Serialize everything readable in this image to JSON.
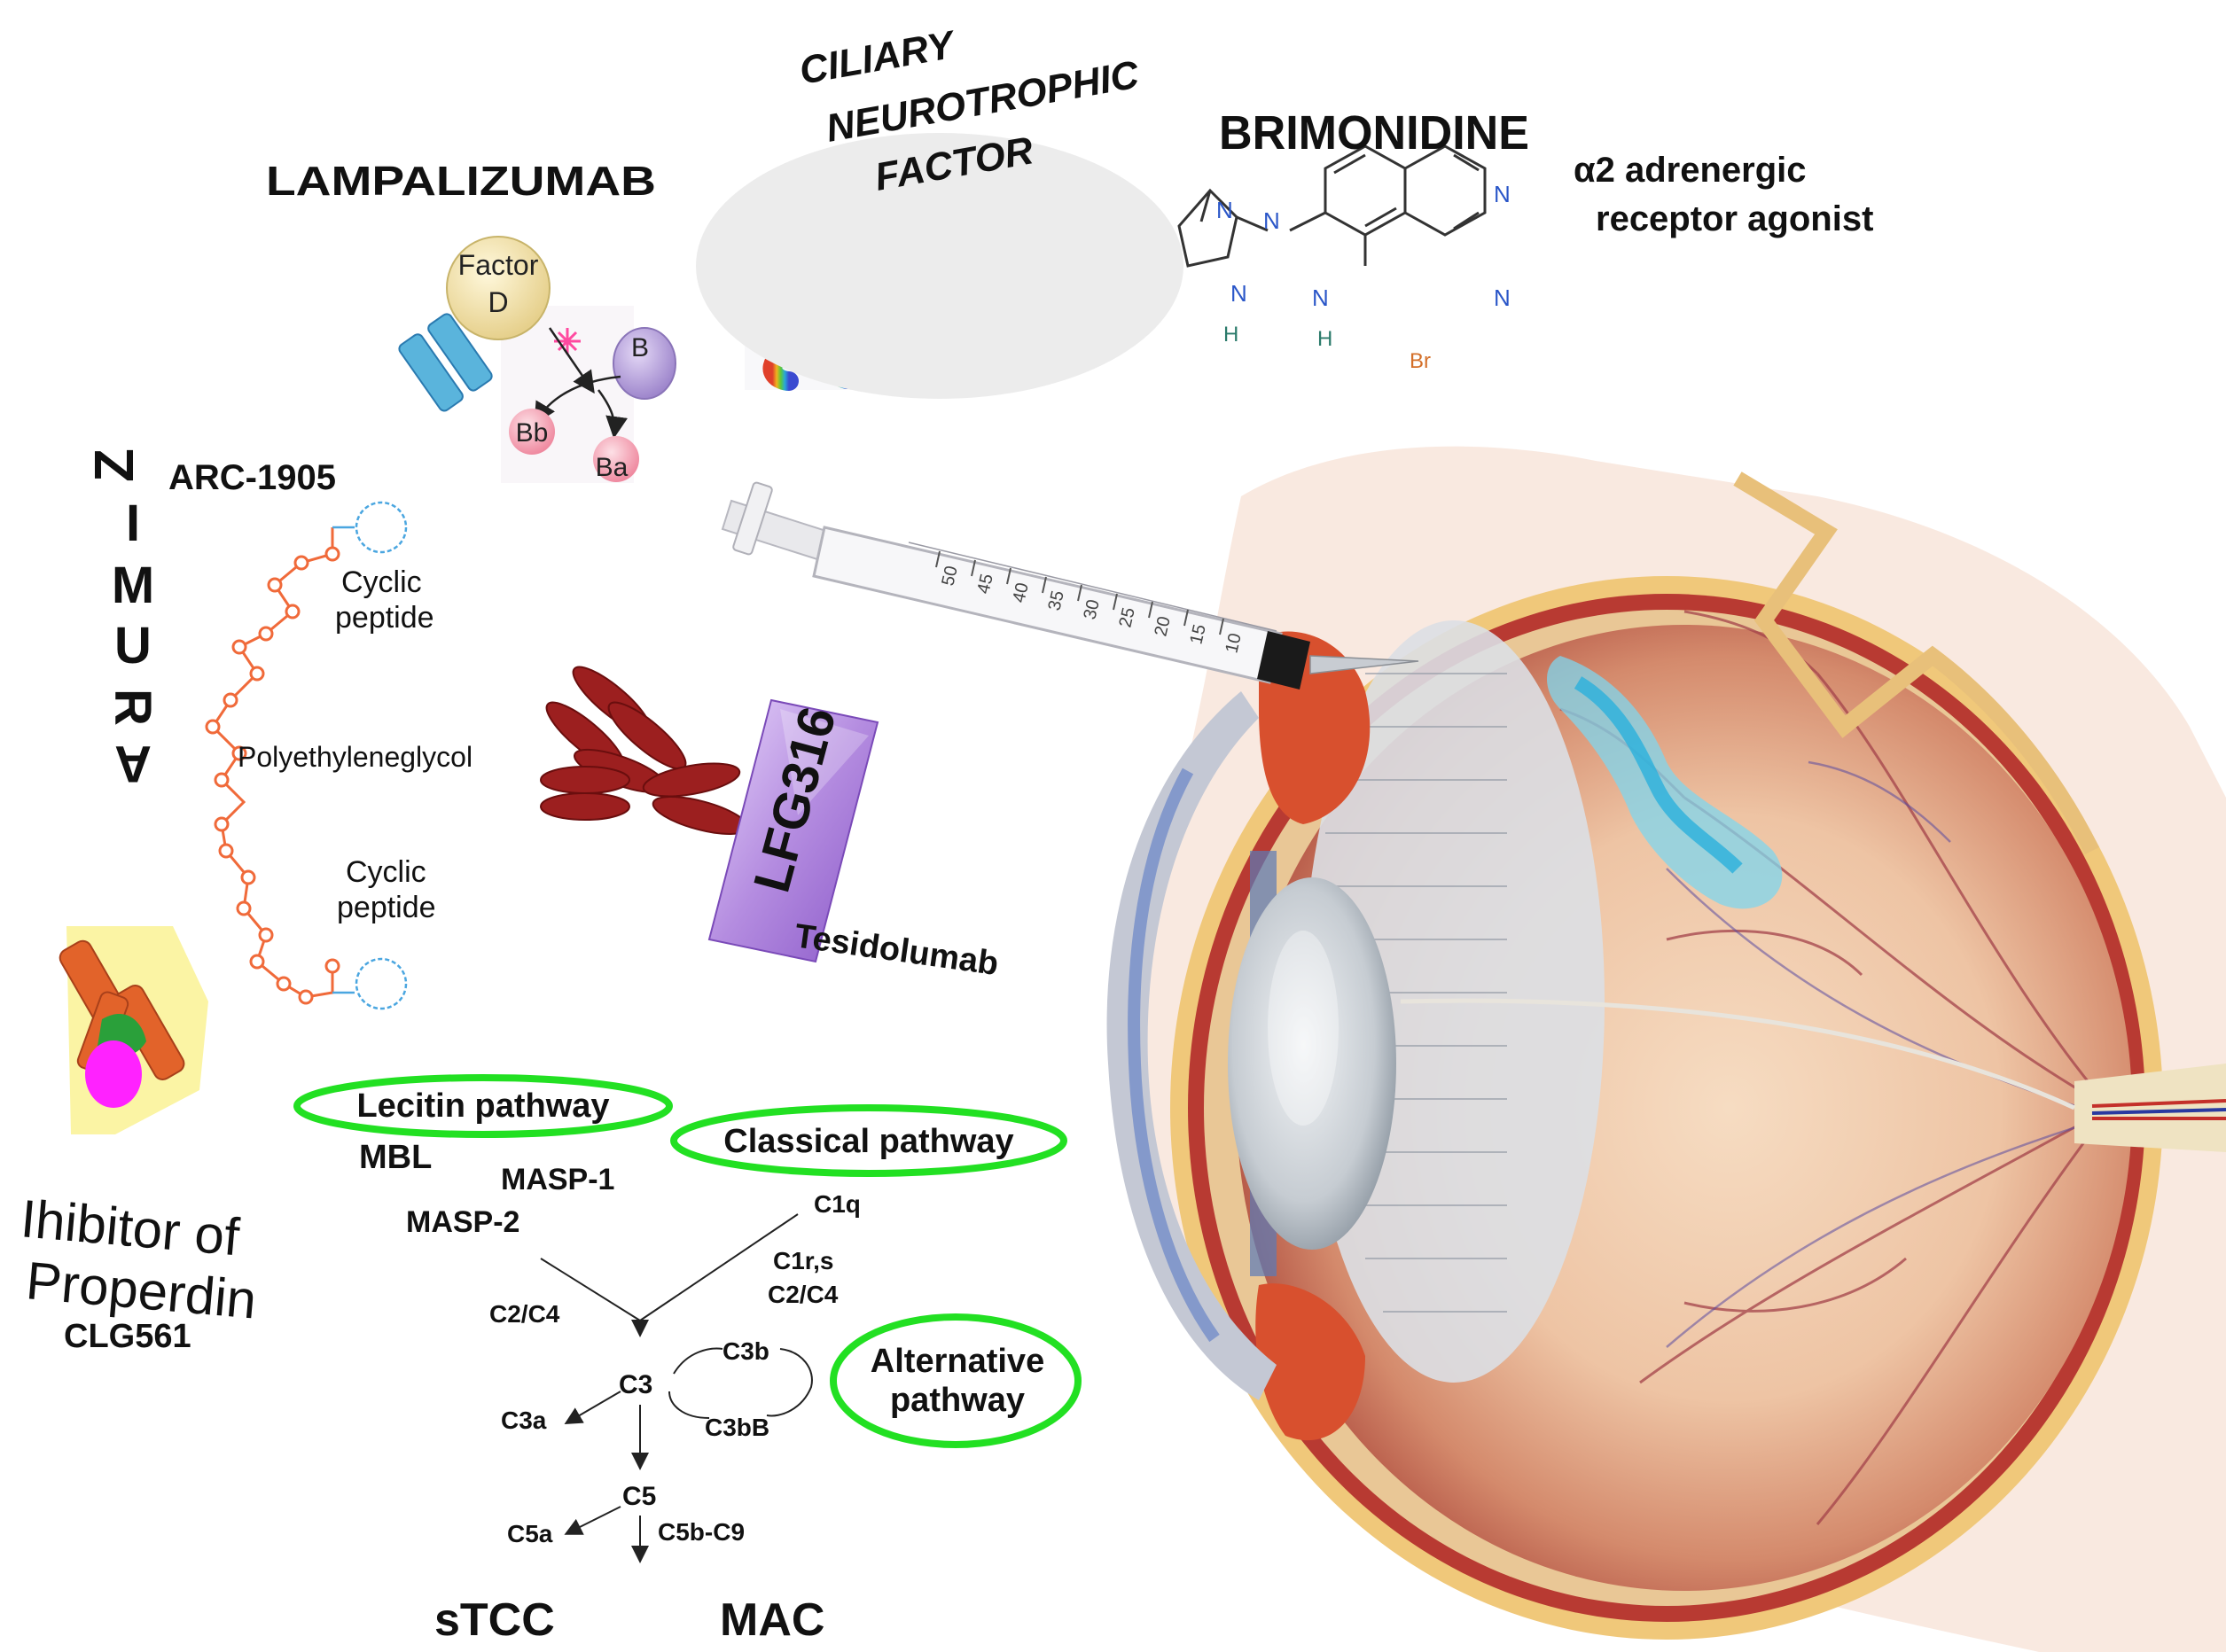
{
  "drugs": {
    "lampalizumab": "LAMPALIZUMAB",
    "cntf": [
      "CILIARY",
      "NEUROTROPHIC",
      "FACTOR"
    ],
    "brimonidine": "BRIMONIDINE",
    "brimonidine_desc": [
      "α2 adrenergic",
      "receptor agonist"
    ],
    "zimura": [
      "Z",
      "I",
      "M",
      "U",
      "R",
      "A"
    ],
    "arc": "ARC-1905",
    "lfg": "LFG316",
    "tesidolumab": "Tesidolumab",
    "properdin": [
      "Ihibitor of",
      "Properdin"
    ],
    "clg": "CLG561"
  },
  "factor_d_diagram": {
    "factor": [
      "Factor",
      "D"
    ],
    "b": "B",
    "bb": "Bb",
    "ba": "Ba"
  },
  "molecule": {
    "n_top": "N",
    "n_bottom": "N",
    "n_ring": "N",
    "n_link": "N",
    "h_ring": "H",
    "h_link": "H",
    "n_quinox_top": "N",
    "n_quinox_bottom": "N",
    "br": "Br"
  },
  "peg": {
    "cyclic_top": [
      "Cyclic",
      "peptide"
    ],
    "peg_label": "Polyethyleneglycol",
    "cyclic_bottom": [
      "Cyclic",
      "peptide"
    ]
  },
  "pathway": {
    "lectin": "Lecitin pathway",
    "classical": "Classical pathway",
    "alternative": [
      "Alternative",
      "pathway"
    ],
    "mbl": "MBL",
    "masp1": "MASP-1",
    "masp2": "MASP-2",
    "c1q": "C1q",
    "c1rs": "C1r,s",
    "c2c4_right": "C2/C4",
    "c2c4_left": "C2/C4",
    "c3": "C3",
    "c3b": "C3b",
    "c3bb": "C3bB",
    "c3a": "C3a",
    "c5": "C5",
    "c5a": "C5a",
    "c5b9": "C5b-C9",
    "stcc": "sTCC",
    "mac": "MAC"
  },
  "syringe_scale": [
    "50",
    "45",
    "40",
    "35",
    "30",
    "25",
    "20",
    "15",
    "10"
  ],
  "colors": {
    "pathway_ellipse": "#22e022",
    "peg_chain": "#f06a3a",
    "cyclic_peptide": "#4aa6e0",
    "factor_d": "#f3e3a8",
    "factor_b": "#b9a3e0",
    "bb_ba": "#f4a7b8",
    "antibody": "#9c1f1f",
    "lfg_box": "#b48ce0",
    "properdin_bg": "#fbf4a4",
    "properdin_orange": "#e2632a",
    "properdin_green": "#2aa03a",
    "properdin_magenta": "#ff22ff",
    "molecule_bg": "#ececec",
    "nitrogen": "#2a56c8",
    "bromine": "#d4702a",
    "drug_cloud": "#7fd6ee"
  }
}
